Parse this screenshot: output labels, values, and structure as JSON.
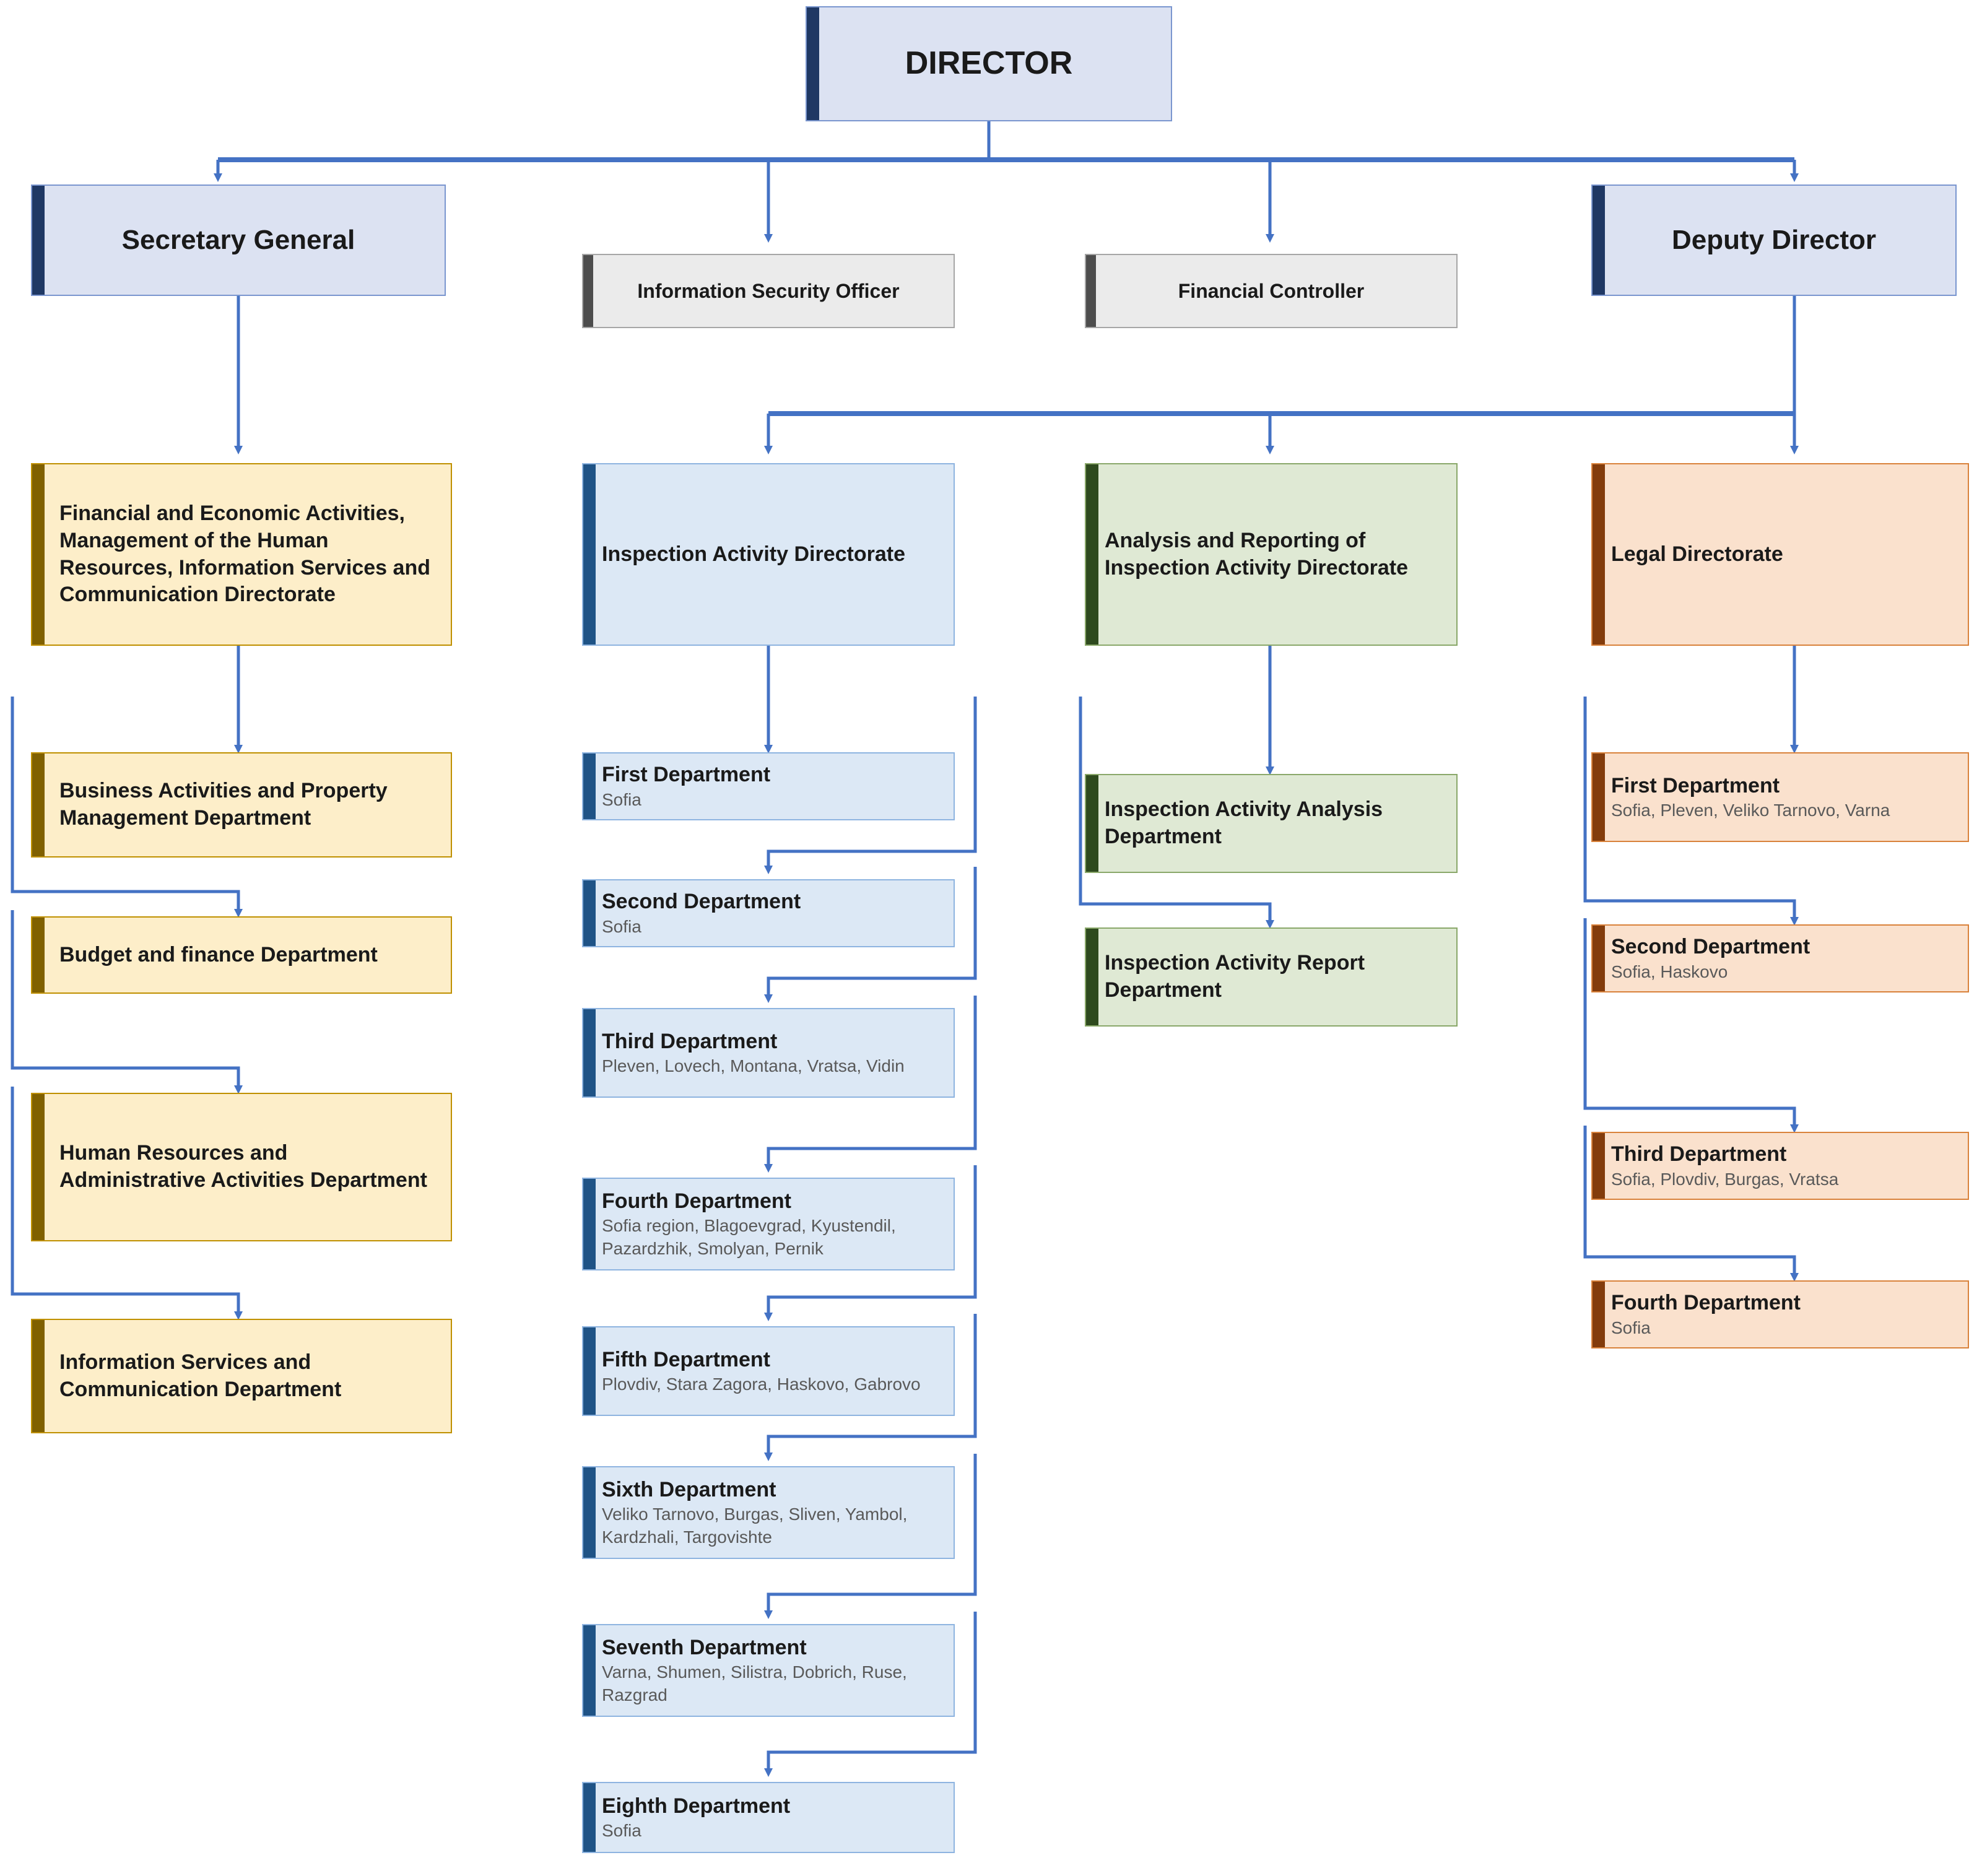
{
  "chart_data": {
    "type": "diagram",
    "title": "Organizational structure chart",
    "orientation": "top-down hierarchy",
    "palette": {
      "executive_fill": "#dce2f2",
      "executive_accent": "#1f3864",
      "staff_fill": "#ebebeb",
      "staff_accent": "#4d4d4d",
      "yellow_fill": "#fdeec9",
      "yellow_accent": "#806000",
      "blue_fill": "#dce8f5",
      "blue_accent": "#1f5386",
      "green_fill": "#dfe9d4",
      "green_accent": "#2e4a1e",
      "orange_fill": "#fae1cd",
      "orange_accent": "#833c0c",
      "connector": "#4472c4"
    }
  },
  "root": {
    "label": "DIRECTOR"
  },
  "level2": {
    "secretary_general": {
      "label": "Secretary General"
    },
    "deputy_director": {
      "label": "Deputy Director"
    }
  },
  "staff": {
    "information_security_officer": {
      "label": "Information Security Officer"
    },
    "financial_controller": {
      "label": "Financial Controller"
    }
  },
  "columns": {
    "yellow": {
      "head": {
        "label": "Financial and Economic Activities, Management of the Human Resources, Information Services and Communication Directorate"
      },
      "items": [
        {
          "label": "Business Activities and Property Management Department"
        },
        {
          "label": "Budget and finance Department"
        },
        {
          "label": "Human Resources and Administrative Activities Department"
        },
        {
          "label": "Information Services and Communication Department"
        }
      ]
    },
    "blue": {
      "head": {
        "label": "Inspection Activity Directorate"
      },
      "items": [
        {
          "label": "First Department",
          "cities": "Sofia"
        },
        {
          "label": "Second Department",
          "cities": "Sofia"
        },
        {
          "label": "Third Department",
          "cities": "Pleven, Lovech, Montana, Vratsa, Vidin"
        },
        {
          "label": "Fourth Department",
          "cities": "Sofia region, Blagoevgrad, Kyustendil, Pazardzhik, Smolyan, Pernik"
        },
        {
          "label": "Fifth Department",
          "cities": "Plovdiv, Stara Zagora, Haskovo, Gabrovo"
        },
        {
          "label": "Sixth Department",
          "cities": "Veliko Tarnovo, Burgas, Sliven, Yambol, Kardzhali, Targovishte"
        },
        {
          "label": "Seventh Department",
          "cities": "Varna, Shumen, Silistra, Dobrich, Ruse, Razgrad"
        },
        {
          "label": "Eighth Department",
          "cities": "Sofia"
        }
      ]
    },
    "green": {
      "head": {
        "label": "Analysis and Reporting of Inspection Activity Directorate"
      },
      "items": [
        {
          "label": "Inspection Activity Analysis Department"
        },
        {
          "label": "Inspection Activity Report Department"
        }
      ]
    },
    "orange": {
      "head": {
        "label": "Legal Directorate"
      },
      "items": [
        {
          "label": "First Department",
          "cities": "Sofia, Pleven, Veliko Tarnovo, Varna"
        },
        {
          "label": "Second Department",
          "cities": "Sofia, Haskovo"
        },
        {
          "label": "Third Department",
          "cities": "Sofia, Plovdiv, Burgas, Vratsa"
        },
        {
          "label": "Fourth Department",
          "cities": "Sofia"
        }
      ]
    }
  }
}
